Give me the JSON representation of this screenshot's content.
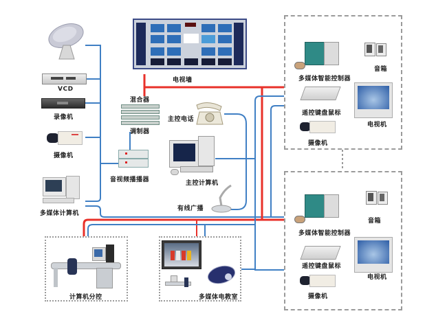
{
  "diagram": {
    "left_devices": [
      {
        "id": "satellite",
        "label": ""
      },
      {
        "id": "vcd",
        "label": "VCD"
      },
      {
        "id": "vcr",
        "label": "录像机"
      },
      {
        "id": "camera",
        "label": "摄像机"
      },
      {
        "id": "multimedia_pc",
        "label": "多媒体计算机"
      }
    ],
    "center": {
      "tv_wall": "电视墙",
      "mixer": "混合器",
      "modulator": "调制器",
      "av_player": "音视频播播器",
      "master_phone": "主控电话",
      "master_pc": "主控计算机",
      "broadcast": "有线广播"
    },
    "classroom_units": [
      {
        "controller": "多媒体智能控制器",
        "speakers": "音箱",
        "remote_kb_mouse": "遥控键盘鼠标",
        "tv": "电视机",
        "camera": "摄像机"
      },
      {
        "controller": "多媒体智能控制器",
        "speakers": "音箱",
        "remote_kb_mouse": "遥控键盘鼠标",
        "tv": "电视机",
        "camera": "摄像机"
      }
    ],
    "bottom": {
      "pc_branch": "计算机分控",
      "mm_classroom": "多媒体电教室"
    },
    "colors": {
      "video_line": "#e8312a",
      "control_line": "#3f7fc4",
      "dashed_border": "#9a9a9a"
    }
  }
}
